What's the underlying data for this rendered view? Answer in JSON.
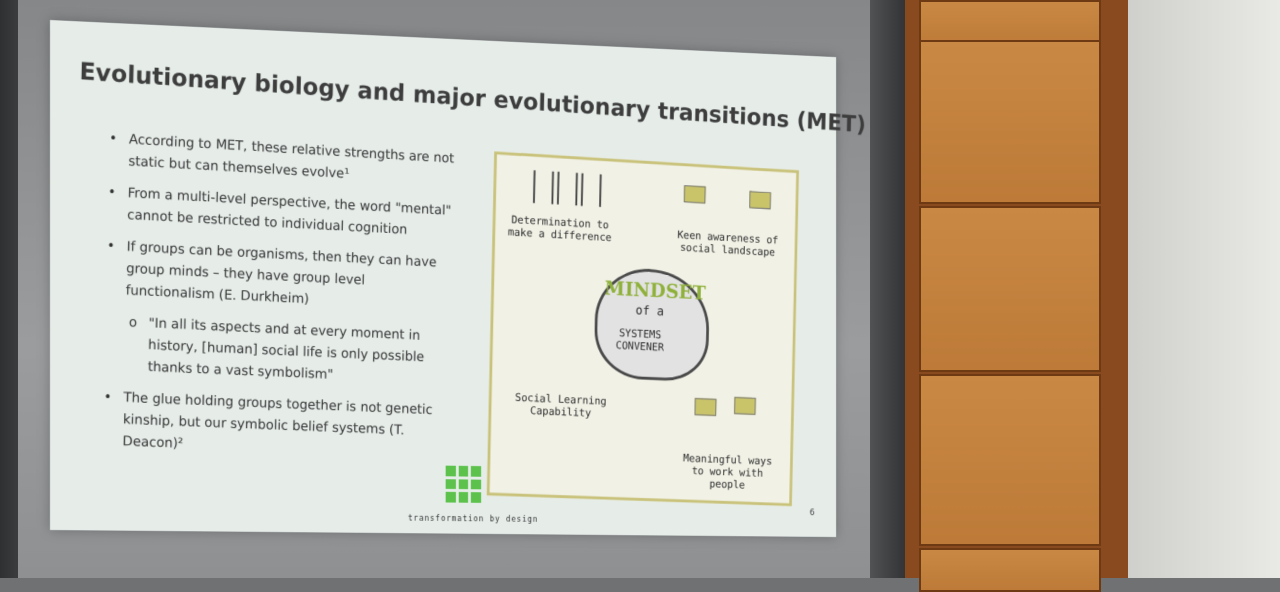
{
  "slide": {
    "title": "Evolutionary biology and major evolutionary transitions (MET)",
    "bullets": [
      {
        "marker": "•",
        "text": "According to MET, these relative strengths are not static but can themselves evolve¹"
      },
      {
        "marker": "•",
        "text": "From a multi-level perspective, the word \"mental\" cannot be restricted to individual cognition"
      },
      {
        "marker": "•",
        "text": "If groups can be organisms, then they can have group minds – they have group level functionalism (E. Durkheim)"
      },
      {
        "marker": "o",
        "text": "\"In all its aspects and at every moment in history, [human] social life is only possible thanks to a vast symbolism\""
      },
      {
        "marker": "•",
        "text": "The glue holding groups together is not genetic kinship, but our symbolic belief systems (T. Deacon)²"
      }
    ],
    "illustration": {
      "determination": "Determination to make a difference",
      "awareness": "Keen awareness of social landscape",
      "mindset": "MINDSET",
      "of_a": "of a",
      "convener": "SYSTEMS CONVENER",
      "social_learning": "Social Learning Capability",
      "meaningful": "Meaningful ways to work with people"
    },
    "footer": "transformation by design",
    "page_number": "6"
  }
}
